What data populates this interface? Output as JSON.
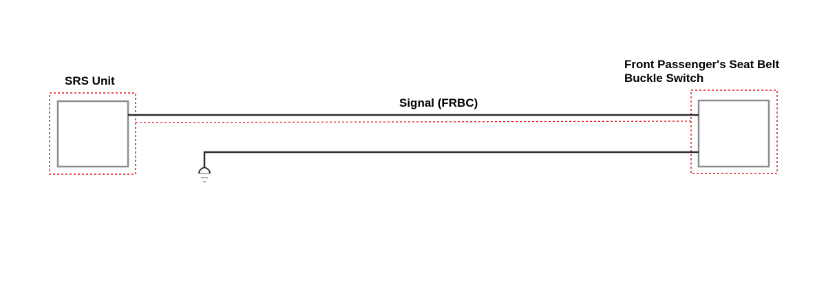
{
  "components": {
    "srs_unit": {
      "label": "SRS Unit"
    },
    "seat_belt_switch": {
      "label_line1": "Front Passenger's Seat Belt",
      "label_line2": "Buckle Switch"
    }
  },
  "wires": {
    "signal": {
      "label": "Signal (FRBC)"
    },
    "ground": {
      "label": ""
    }
  },
  "colors": {
    "highlight": "#e8141b",
    "wire": "#2b2b2b",
    "component_border": "#8c8c8c",
    "ground_symbol": "#9a9a9a",
    "text": "#000000"
  },
  "icons": {
    "ground": "ground-icon"
  }
}
